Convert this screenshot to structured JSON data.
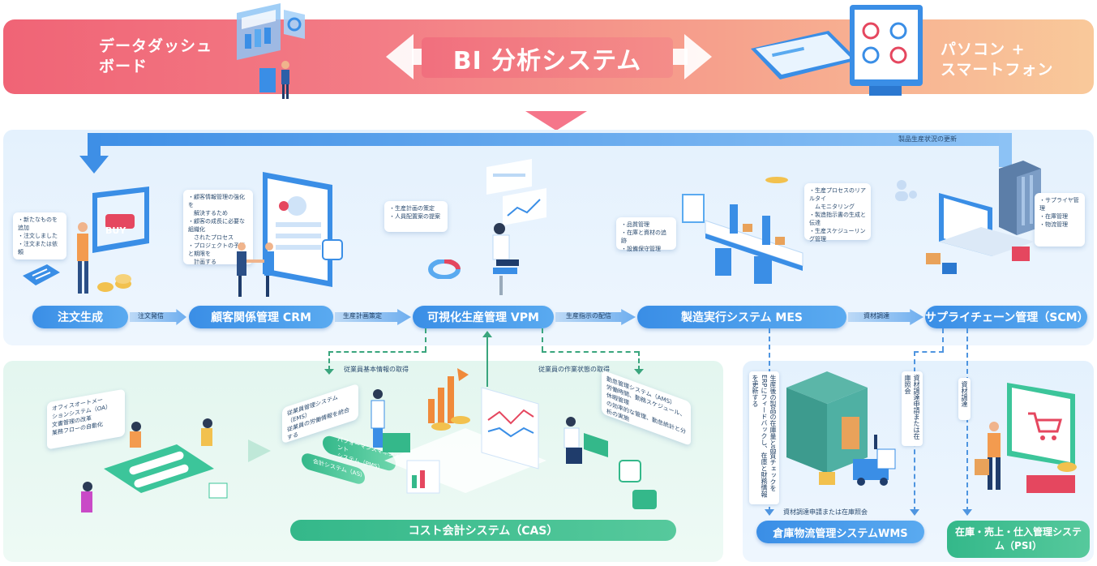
{
  "banner": {
    "left_label": "データダッシュ\nボード",
    "title": "BI 分析システム",
    "right_label": "パソコン +\nスマートフォン"
  },
  "erp": {
    "loop_label": "製品生産状況の更新",
    "stages": [
      {
        "label": "注文生成"
      },
      {
        "label": "顧客関係管理 CRM"
      },
      {
        "label": "可視化生産管理 VPM"
      },
      {
        "label": "製造実行システム MES"
      },
      {
        "label": "サプライチェーン管理（SCM）"
      }
    ],
    "arrows": [
      "注文発信",
      "生産計画策定",
      "生産指示の配信",
      "資材調達"
    ],
    "callouts": {
      "order": "・新たなものを追加\n・注文しました\n・注文または依頼",
      "crm": "・顧客情報管理の強化を\n　解決するため\n・顧客の成長に必要な組織化\n　されたプロセス\n・プロジェクトの予算と期限を\n　計画する",
      "vpm": "・生産計画の策定\n・人員配置案の提案",
      "mes_left": "・品質管理\n・在庫と資材の追跡\n・設備保守管理",
      "mes_right": "・生産プロセスのリアルタイ\n　ムモニタリング\n・製造指示書の生成と伝達\n・生産スケジューリング管理",
      "scm": "・サプライヤ管理\n・在庫管理\n・物流管理"
    },
    "buy_label": "BUY"
  },
  "cas": {
    "employee_basic": "従業員基本情報の取得",
    "employee_work": "従業員の作業状態の取得",
    "oa_card": "オフィスオートメー\nションシステム（OA）\n文書管理の改革\n業務フローの自動化",
    "ems_card": "従業員管理システム（EMS）\n従業員の労働情報を統合する",
    "ams_card": "勤怠管理システム（AMS）\n労働時間、勤務スケジュール、休暇管理\nの効率的な管理、勤怠統計と分析の実施",
    "pms_label": "パフォーマンスマネジメント\nシステム（PMS）",
    "as_label": "会計システム（AS）",
    "bottom": "コスト会計システム（CAS）"
  },
  "wms": {
    "tag1": "生産後の製品の在庫量と品質チェックをERPにフィードバックし、在庫と財務情報を更新する",
    "tag2": "資材調達申請または在庫照会",
    "tag3": "資材調達",
    "bottom_note": "資材調達申請または在庫照会",
    "wms_label": "倉庫物流管理システムWMS",
    "psi_label": "在庫・売上・仕入管理システム（PSI）"
  },
  "colors": {
    "banner_start": "#f06476",
    "banner_end": "#f9c99a",
    "erp_blue": "#3a8ee6",
    "cas_green": "#34b88a"
  }
}
